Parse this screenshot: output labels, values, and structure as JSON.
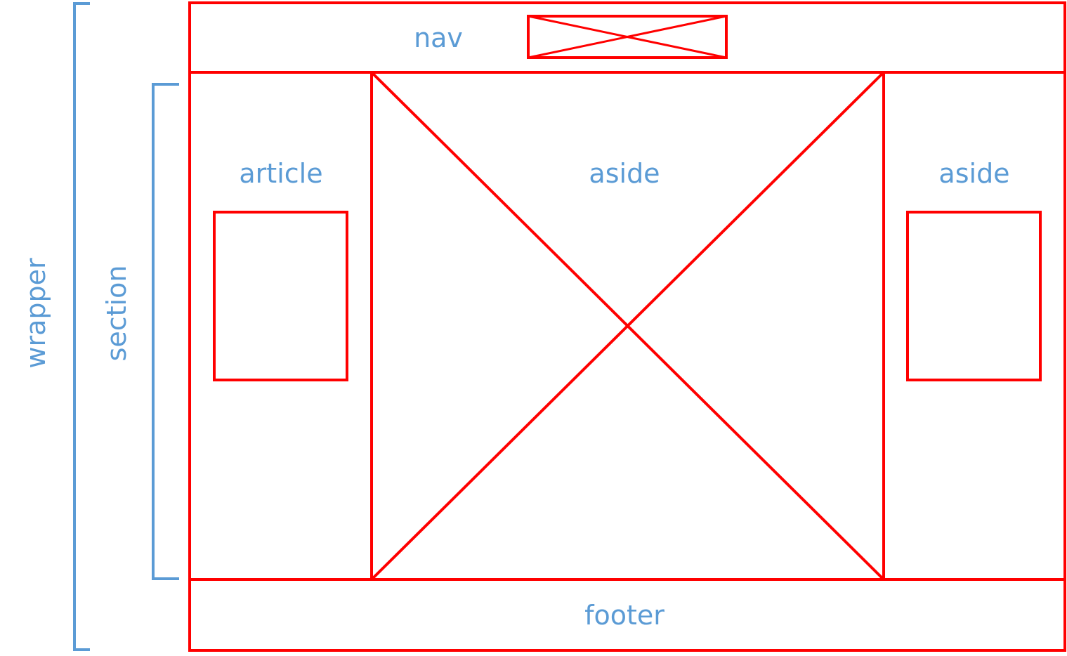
{
  "labels": {
    "wrapper": "wrapper",
    "section": "section",
    "nav": "nav",
    "article": "article",
    "aside_center": "aside",
    "aside_right": "aside",
    "footer": "footer"
  },
  "colors": {
    "outline": "#ff0000",
    "label": "#5b9bd5",
    "bracket": "#5b9bd5",
    "background": "#ffffff"
  }
}
